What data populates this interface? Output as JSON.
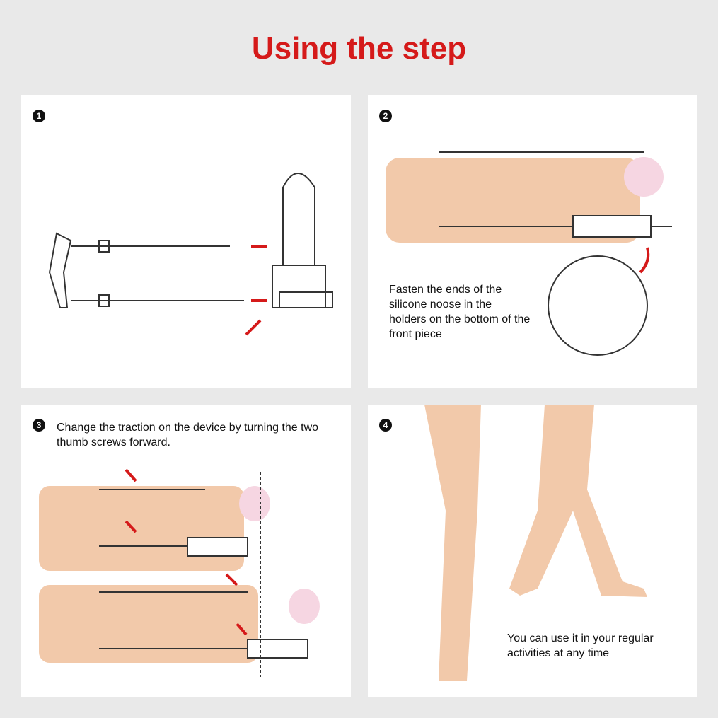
{
  "title": "Using the step",
  "steps": [
    {
      "number": "1",
      "text": ""
    },
    {
      "number": "2",
      "text": "Fasten the ends of the silicone noose in the holders on the bottom of the front piece"
    },
    {
      "number": "3",
      "text": "Change the traction on the device by turning the two thumb screws forward."
    },
    {
      "number": "4",
      "text": "You can use it in your regular activities at any time"
    }
  ],
  "colors": {
    "title": "#d51a1a",
    "arrow": "#d51a1a",
    "skin": "#f2c9aa"
  }
}
